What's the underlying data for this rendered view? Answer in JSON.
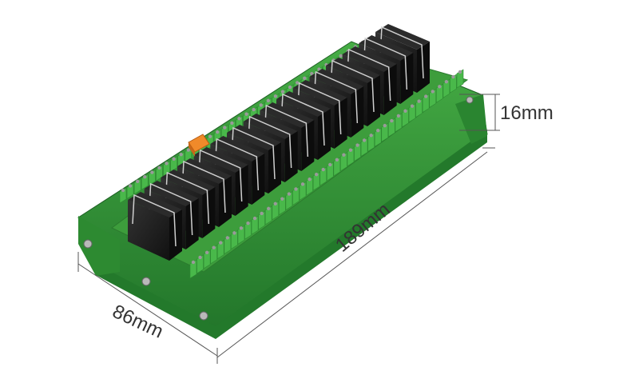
{
  "image": {
    "subject": "relay-module",
    "relay_count": 16,
    "colors": {
      "pcb": "#3a9a3a",
      "rail": "#2f8a33",
      "terminal": "#49b84a",
      "relay": "#1e1e1e",
      "orange_connector": "#f08a2a",
      "dimension_line": "#555555",
      "background": "#ffffff"
    }
  },
  "dimensions": {
    "height": "16mm",
    "length": "189mm",
    "width": "86mm"
  }
}
